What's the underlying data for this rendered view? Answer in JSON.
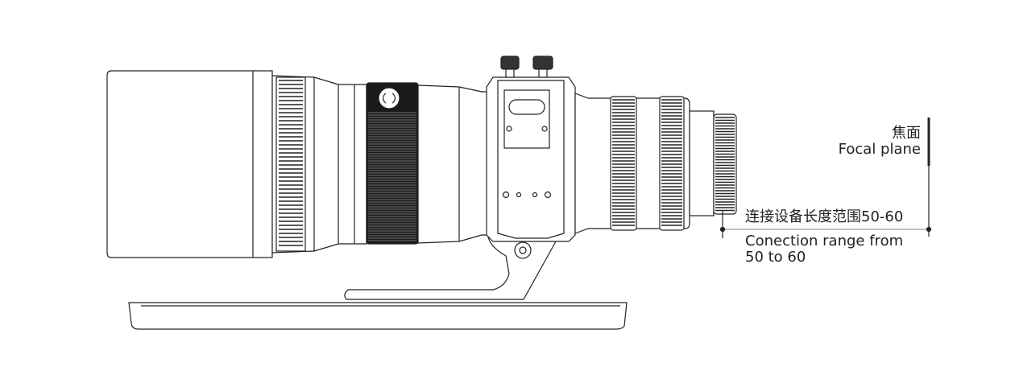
{
  "labels": {
    "focal_plane_cn": "焦面",
    "focal_plane_en": "Focal plane",
    "range_cn": "连接设备长度范围50-60",
    "range_en_line1": "Conection range from",
    "range_en_line2": "50 to 60"
  },
  "colors": {
    "line": "#222222",
    "ring": "#1a1a1a"
  }
}
